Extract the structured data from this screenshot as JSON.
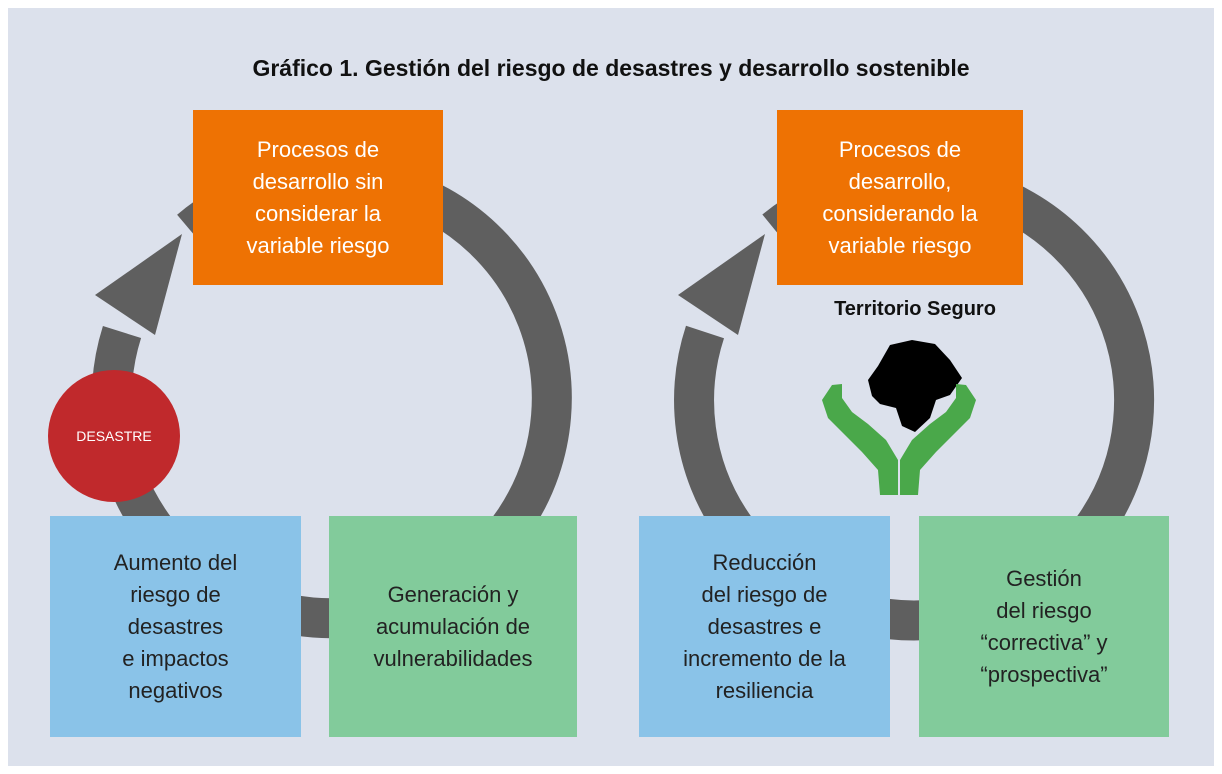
{
  "title": "Gráfico 1. Gestión del riesgo de desastres y desarrollo sostenible",
  "left_cycle": {
    "top_box": "Procesos de\ndesarrollo sin\nconsiderar la\nvariable riesgo",
    "bottom_left_box": "Aumento del\nriesgo de\ndesastres\ne impactos\nnegativos",
    "bottom_right_box": "Generación y\nacumulación de\nvulnerabilidades",
    "disaster_badge": "DESASTRE"
  },
  "right_cycle": {
    "top_box": "Procesos de\ndesarrollo,\nconsiderando la\nvariable riesgo",
    "territory_label": "Territorio Seguro",
    "bottom_left_box": "Reducción\ndel riesgo de\ndesastres e\nincremento de la\nresiliencia",
    "bottom_right_box": "Gestión\ndel riesgo\n“correctiva” y\n“prospectiva”"
  },
  "colors": {
    "background": "#dce1ec",
    "orange": "#ee7203",
    "blue": "#8ac3e8",
    "green": "#82cb9b",
    "disaster": "#c0292c",
    "arrow": "#5f5f5f",
    "hands": "#4aa84a"
  },
  "icons": {
    "hands": "hands-holding-map-icon",
    "map": "ecuador-map-icon",
    "arrow": "cycle-arrow-icon"
  }
}
